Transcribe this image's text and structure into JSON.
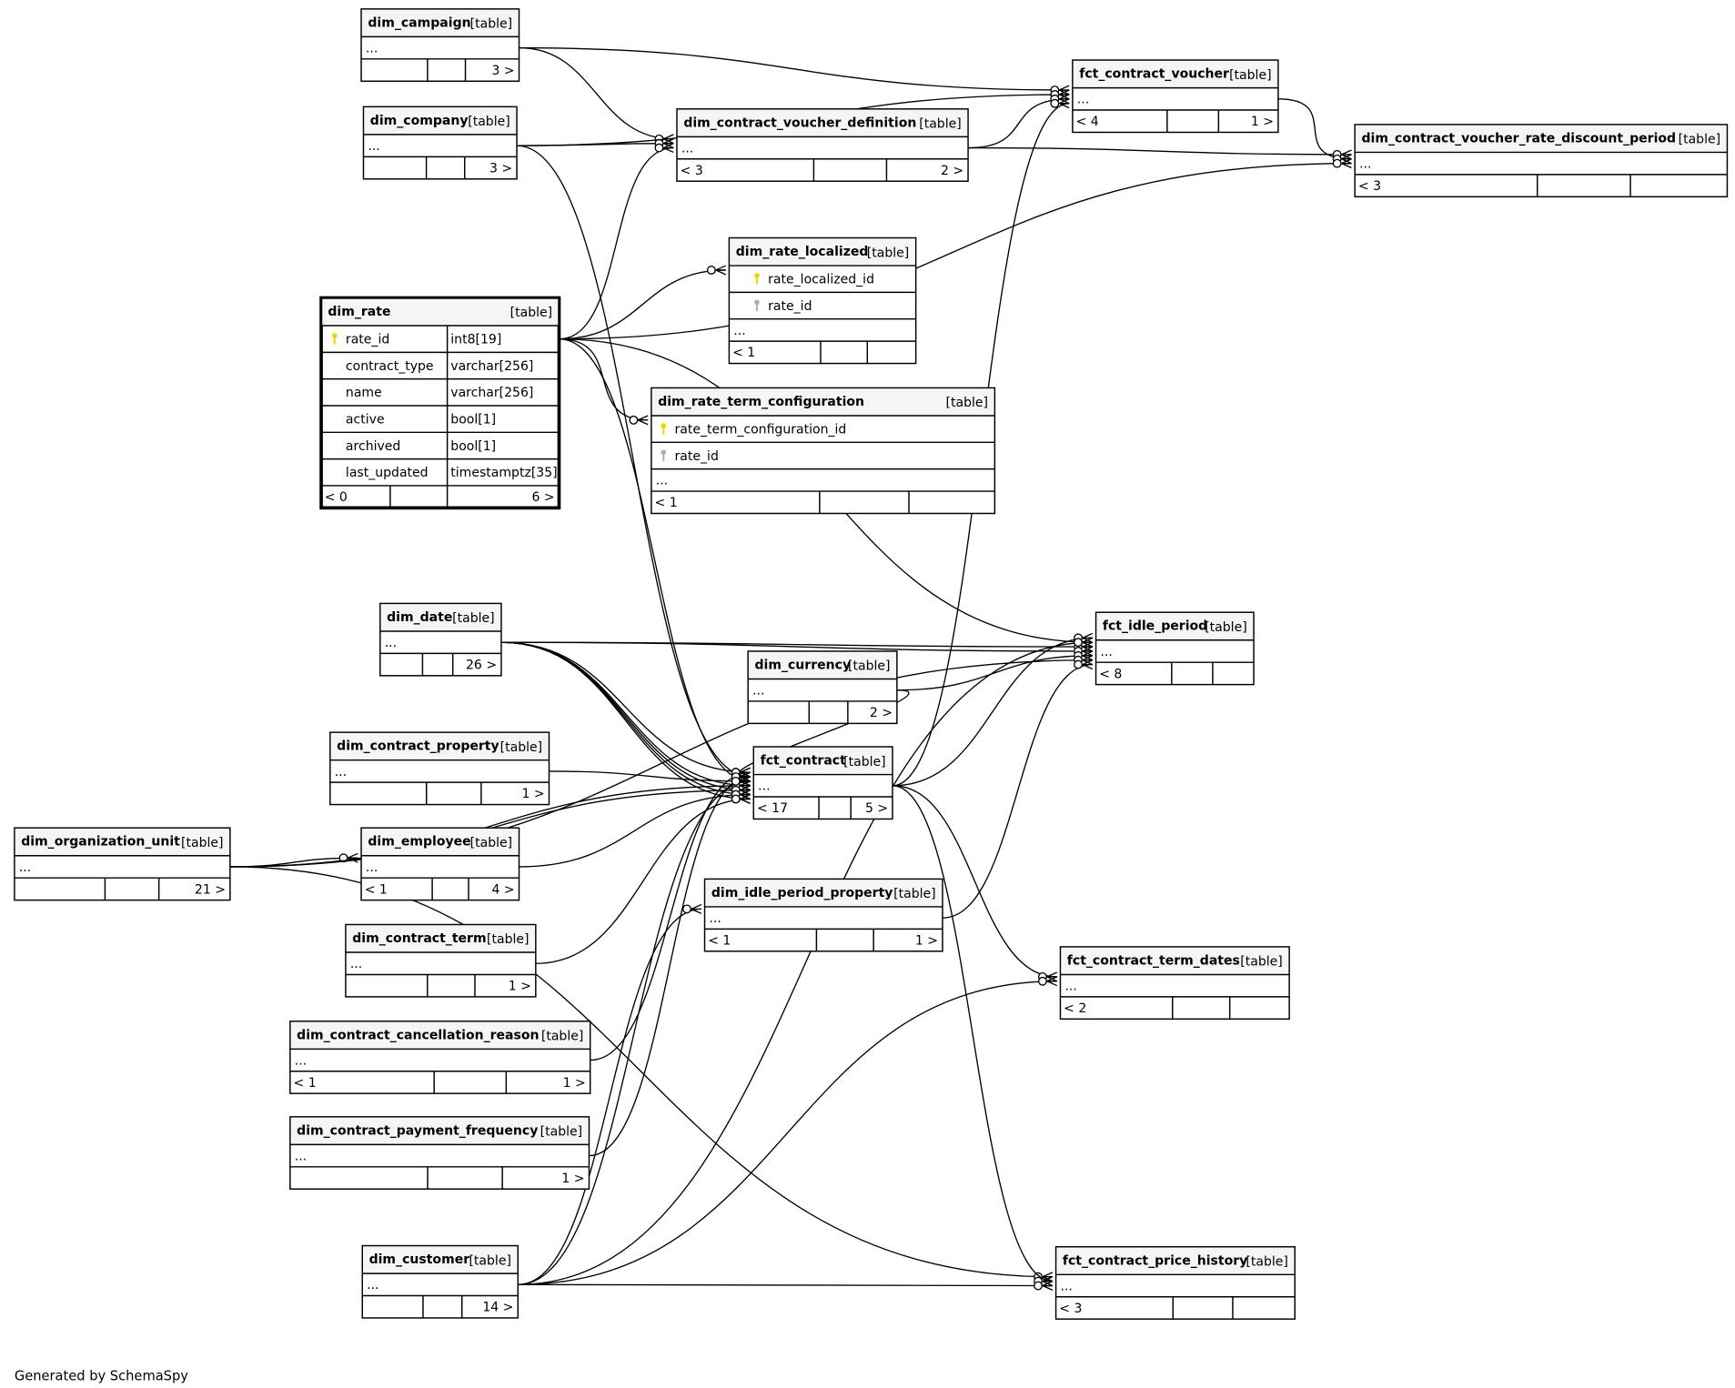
{
  "footer_text": "Generated by SchemaSpy",
  "colors": {
    "border": "#000000",
    "header_bg": "#f5f5f5",
    "primary_key": "#e6d800",
    "foreign_key": "#b0b0b0"
  },
  "tables": [
    {
      "name": "dim_campaign",
      "type": "[table]",
      "columns": [
        {
          "name": "..."
        }
      ],
      "footer": [
        "",
        "",
        "3 >"
      ]
    },
    {
      "name": "dim_company",
      "type": "[table]",
      "columns": [
        {
          "name": "..."
        }
      ],
      "footer": [
        "",
        "",
        "3 >"
      ]
    },
    {
      "name": "dim_contract_voucher_definition",
      "type": "[table]",
      "columns": [
        {
          "name": "..."
        }
      ],
      "footer": [
        "< 3",
        "",
        "2 >"
      ]
    },
    {
      "name": "fct_contract_voucher",
      "type": "[table]",
      "columns": [
        {
          "name": "..."
        }
      ],
      "footer": [
        "< 4",
        "",
        "1 >"
      ]
    },
    {
      "name": "dim_contract_voucher_rate_discount_period",
      "type": "[table]",
      "columns": [
        {
          "name": "..."
        }
      ],
      "footer": [
        "< 3",
        "",
        ""
      ]
    },
    {
      "name": "dim_rate_localized",
      "type": "[table]",
      "columns": [
        {
          "name": "rate_localized_id",
          "key": "primary-key"
        },
        {
          "name": "rate_id",
          "key": "foreign-key"
        },
        {
          "name": "..."
        }
      ],
      "footer": [
        "< 1",
        "",
        ""
      ]
    },
    {
      "name": "dim_rate",
      "type": "[table]",
      "focused": true,
      "columns": [
        {
          "name": "rate_id",
          "datatype": "int8[19]",
          "key": "primary-key"
        },
        {
          "name": "contract_type",
          "datatype": "varchar[256]"
        },
        {
          "name": "name",
          "datatype": "varchar[256]"
        },
        {
          "name": "active",
          "datatype": "bool[1]"
        },
        {
          "name": "archived",
          "datatype": "bool[1]"
        },
        {
          "name": "last_updated",
          "datatype": "timestamptz[35]"
        }
      ],
      "footer": [
        "< 0",
        "",
        "6 >"
      ]
    },
    {
      "name": "dim_rate_term_configuration",
      "type": "[table]",
      "columns": [
        {
          "name": "rate_term_configuration_id",
          "key": "primary-key"
        },
        {
          "name": "rate_id",
          "key": "foreign-key"
        },
        {
          "name": "..."
        }
      ],
      "footer": [
        "< 1",
        "",
        ""
      ]
    },
    {
      "name": "dim_date",
      "type": "[table]",
      "columns": [
        {
          "name": "..."
        }
      ],
      "footer": [
        "",
        "",
        "26 >"
      ]
    },
    {
      "name": "fct_idle_period",
      "type": "[table]",
      "columns": [
        {
          "name": "..."
        }
      ],
      "footer": [
        "< 8",
        "",
        ""
      ]
    },
    {
      "name": "dim_currency",
      "type": "[table]",
      "columns": [
        {
          "name": "..."
        }
      ],
      "footer": [
        "",
        "",
        "2 >"
      ]
    },
    {
      "name": "dim_contract_property",
      "type": "[table]",
      "columns": [
        {
          "name": "..."
        }
      ],
      "footer": [
        "",
        "",
        "1 >"
      ]
    },
    {
      "name": "fct_contract",
      "type": "[table]",
      "columns": [
        {
          "name": "..."
        }
      ],
      "footer": [
        "< 17",
        "",
        "5 >"
      ]
    },
    {
      "name": "dim_organization_unit",
      "type": "[table]",
      "columns": [
        {
          "name": "..."
        }
      ],
      "footer": [
        "",
        "",
        "21 >"
      ]
    },
    {
      "name": "dim_employee",
      "type": "[table]",
      "columns": [
        {
          "name": "..."
        }
      ],
      "footer": [
        "< 1",
        "",
        "4 >"
      ]
    },
    {
      "name": "dim_idle_period_property",
      "type": "[table]",
      "columns": [
        {
          "name": "..."
        }
      ],
      "footer": [
        "< 1",
        "",
        "1 >"
      ]
    },
    {
      "name": "dim_contract_term",
      "type": "[table]",
      "columns": [
        {
          "name": "..."
        }
      ],
      "footer": [
        "",
        "",
        "1 >"
      ]
    },
    {
      "name": "fct_contract_term_dates",
      "type": "[table]",
      "columns": [
        {
          "name": "..."
        }
      ],
      "footer": [
        "< 2",
        "",
        ""
      ]
    },
    {
      "name": "dim_contract_cancellation_reason",
      "type": "[table]",
      "columns": [
        {
          "name": "..."
        }
      ],
      "footer": [
        "< 1",
        "",
        "1 >"
      ]
    },
    {
      "name": "dim_contract_payment_frequency",
      "type": "[table]",
      "columns": [
        {
          "name": "..."
        }
      ],
      "footer": [
        "",
        "",
        "1 >"
      ]
    },
    {
      "name": "dim_customer",
      "type": "[table]",
      "columns": [
        {
          "name": "..."
        }
      ],
      "footer": [
        "",
        "",
        "14 >"
      ]
    },
    {
      "name": "fct_contract_price_history",
      "type": "[table]",
      "columns": [
        {
          "name": "..."
        }
      ],
      "footer": [
        "< 3",
        "",
        ""
      ]
    }
  ],
  "relationships": [
    [
      "dim_campaign",
      "dim_contract_voucher_definition"
    ],
    [
      "dim_campaign",
      "fct_contract_voucher"
    ],
    [
      "dim_company",
      "dim_contract_voucher_definition"
    ],
    [
      "dim_company",
      "fct_contract_voucher"
    ],
    [
      "dim_company",
      "fct_contract"
    ],
    [
      "dim_contract_voucher_definition",
      "fct_contract_voucher"
    ],
    [
      "dim_contract_voucher_definition",
      "dim_contract_voucher_rate_discount_period"
    ],
    [
      "fct_contract_voucher",
      "dim_contract_voucher_rate_discount_period"
    ],
    [
      "dim_rate",
      "dim_contract_voucher_definition"
    ],
    [
      "dim_rate",
      "dim_contract_voucher_rate_discount_period"
    ],
    [
      "dim_rate",
      "dim_rate_localized"
    ],
    [
      "dim_rate",
      "dim_rate_term_configuration"
    ],
    [
      "dim_rate",
      "fct_idle_period"
    ],
    [
      "dim_rate",
      "fct_contract"
    ],
    [
      "dim_date",
      "fct_idle_period"
    ],
    [
      "dim_date",
      "fct_idle_period"
    ],
    [
      "dim_date",
      "fct_contract"
    ],
    [
      "dim_date",
      "fct_contract"
    ],
    [
      "dim_date",
      "fct_contract"
    ],
    [
      "dim_date",
      "fct_contract"
    ],
    [
      "dim_date",
      "fct_contract"
    ],
    [
      "dim_currency",
      "fct_idle_period"
    ],
    [
      "dim_currency",
      "fct_contract"
    ],
    [
      "dim_contract_property",
      "fct_contract"
    ],
    [
      "dim_organization_unit",
      "fct_idle_period"
    ],
    [
      "dim_organization_unit",
      "fct_contract"
    ],
    [
      "dim_organization_unit",
      "dim_employee"
    ],
    [
      "dim_organization_unit",
      "fct_contract_price_history"
    ],
    [
      "dim_organization_unit",
      "fct_contract"
    ],
    [
      "dim_employee",
      "fct_contract"
    ],
    [
      "dim_idle_period_property",
      "fct_idle_period"
    ],
    [
      "dim_contract_term",
      "fct_contract"
    ],
    [
      "fct_contract",
      "fct_contract_voucher"
    ],
    [
      "fct_contract",
      "fct_idle_period"
    ],
    [
      "fct_contract",
      "fct_contract_term_dates"
    ],
    [
      "fct_contract",
      "fct_contract_price_history"
    ],
    [
      "dim_contract_cancellation_reason",
      "fct_contract"
    ],
    [
      "dim_contract_payment_frequency",
      "fct_contract"
    ],
    [
      "dim_customer",
      "fct_contract"
    ],
    [
      "dim_customer",
      "fct_idle_period"
    ],
    [
      "dim_customer",
      "fct_contract_term_dates"
    ],
    [
      "dim_customer",
      "fct_contract_price_history"
    ],
    [
      "dim_customer",
      "dim_idle_period_property"
    ]
  ]
}
